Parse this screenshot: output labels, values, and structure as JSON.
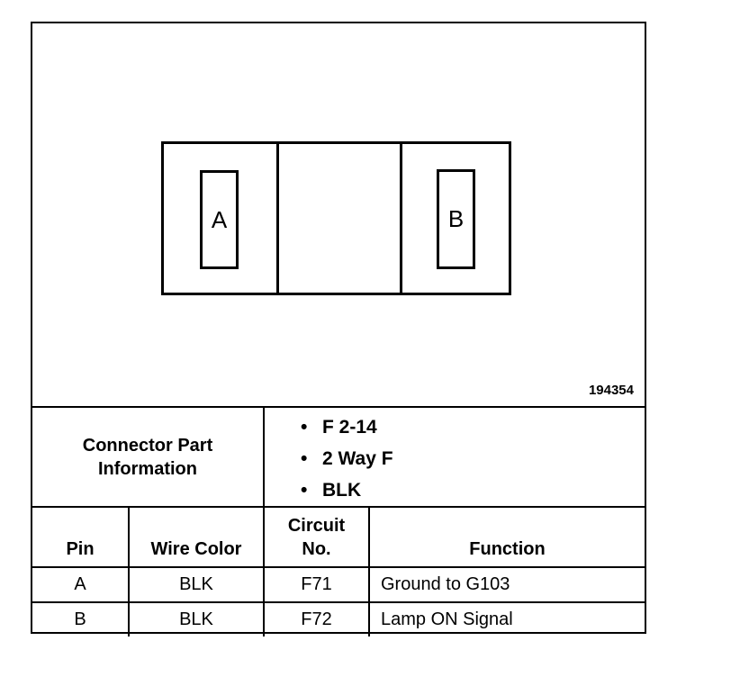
{
  "drawing": {
    "cavities": [
      {
        "label": "A"
      },
      {
        "label": "B"
      }
    ],
    "drawing_number": "194354"
  },
  "connector_part_information": {
    "label_line1": "Connector Part",
    "label_line2": "Information",
    "items": [
      "F 2-14",
      "2 Way F",
      "BLK"
    ]
  },
  "pin_table": {
    "headers": {
      "pin": "Pin",
      "wire_color": "Wire Color",
      "circuit_line1": "Circuit",
      "circuit_line2": "No.",
      "function": "Function"
    },
    "rows": [
      {
        "pin": "A",
        "wire_color": "BLK",
        "circuit": "F71",
        "function": "Ground to G103"
      },
      {
        "pin": "B",
        "wire_color": "BLK",
        "circuit": "F72",
        "function": "Lamp ON Signal"
      }
    ]
  }
}
